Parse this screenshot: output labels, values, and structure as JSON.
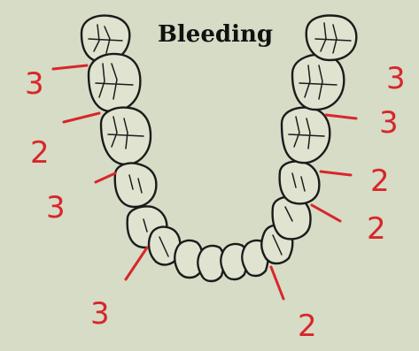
{
  "title": "Bleeding",
  "colors": {
    "background": "#d6dcc6",
    "ink": "#1b1b1b",
    "annotation": "#d8262b"
  },
  "scores": {
    "left": [
      "3",
      "2",
      "3",
      "3"
    ],
    "right": [
      "3",
      "3",
      "2",
      "2",
      "2"
    ]
  }
}
